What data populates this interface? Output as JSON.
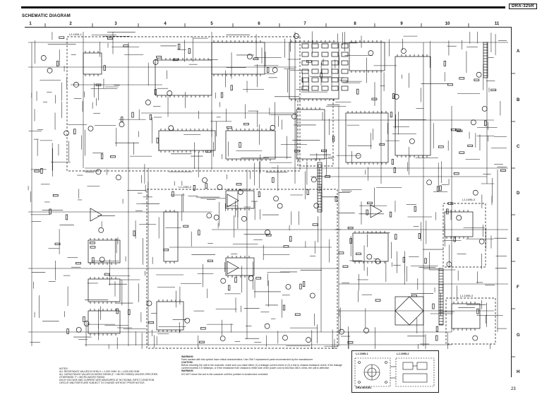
{
  "header": {
    "model_label": "DRA-325R",
    "title": "SCHEMATIC DIAGRAM"
  },
  "grid": {
    "columns": [
      "1",
      "2",
      "3",
      "4",
      "5",
      "6",
      "7",
      "8",
      "9",
      "10",
      "11"
    ],
    "rows": [
      "A",
      "B",
      "C",
      "D",
      "E",
      "F",
      "G",
      "H"
    ]
  },
  "boards": {
    "board_1": "LJ-1094-1",
    "board_2": "LJ-1095-2",
    "board_3": "LJ-1096-3",
    "board_4": "LJ-1095-3",
    "inset_board_1": "LJ-1095-1",
    "inset_board_2": "LJ-1095-2",
    "inset_model": "DRA MODEL"
  },
  "notes": {
    "heading": "NOTES:",
    "lines": [
      "ALL RESISTANCE VALUES IN OHM. K = 1,000 OHM, M = 1,000,000 OHM",
      "ALL CAPACITANCE VALUES IN MICRO FARAD (F = MICRO FARAD) UNLESS SPECIFIED OTHERWISE. P = MICRO-MICRO FARAD",
      "EACH VOLTAGE AND CURRENT ARE MEASURED AT NO SIGNAL INPUT CONDITION.",
      "CIRCUIT AND PARTS ARE SUBJECT TO CHANGE WITHOUT PRIOR NOTICE."
    ]
  },
  "warnings": {
    "heading_1": "WARNING:",
    "text_1": "Parts marked with this symbol have critical characteristics. Use ONLY replacement parts recommended by the manufacturer.",
    "heading_2": "CAUTION:",
    "text_2": "Before returning the unit to the customer, make sure you make either (1) a leakage current check or (2) a line to chassis resistance check. If the leakage current exceeds 0.5 milliamps, or if the resistance from chassis to either side of the power cord is less than 460 k ohms, the unit is defective.",
    "heading_3": "WARNING:",
    "text_3": "DO NOT return the unit to the customer until the problem is located and corrected."
  },
  "page_number": "23"
}
